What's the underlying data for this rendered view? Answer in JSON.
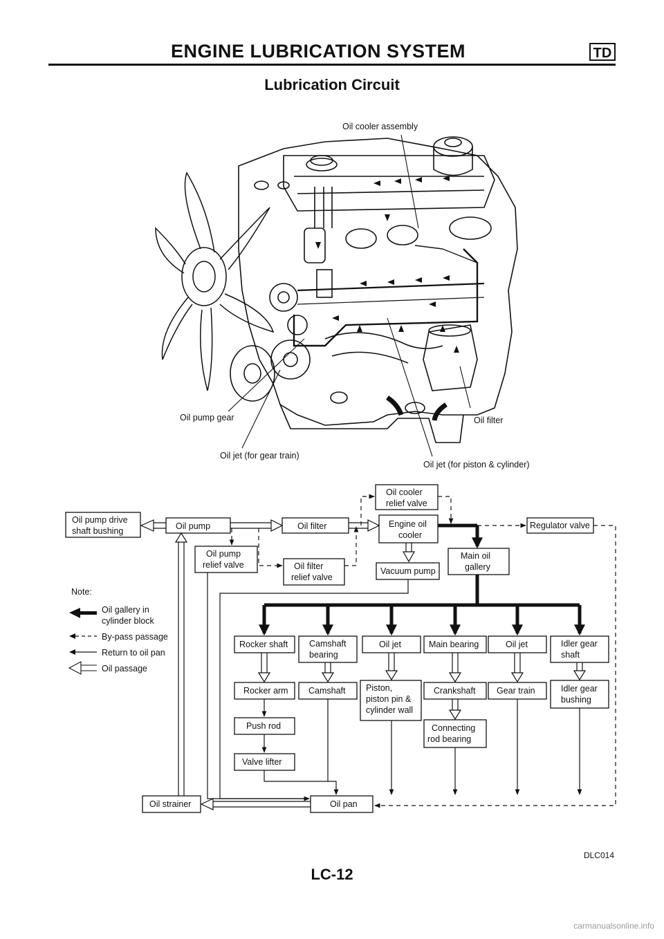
{
  "header": {
    "title": "ENGINE LUBRICATION SYSTEM",
    "badge": "TD"
  },
  "section": {
    "title": "Lubrication Circuit"
  },
  "illustration_labels": {
    "oil_cooler_assembly": "Oil cooler assembly",
    "oil_pump_gear": "Oil pump gear",
    "oil_filter": "Oil filter",
    "oil_jet_gear_train": "Oil jet (for gear train)",
    "oil_jet_piston": "Oil jet (for piston & cylinder)"
  },
  "flow": {
    "oil_pump_drive": [
      "Oil pump drive",
      "shaft bushing"
    ],
    "oil_pump": [
      "Oil pump"
    ],
    "oil_filter": [
      "Oil filter"
    ],
    "oil_cooler_relief": [
      "Oil cooler",
      "relief valve"
    ],
    "engine_oil_cooler": [
      "Engine oil",
      "cooler"
    ],
    "regulator_valve": [
      "Regulator valve"
    ],
    "oil_pump_relief": [
      "Oil pump",
      "relief valve"
    ],
    "oil_filter_relief": [
      "Oil filter",
      "relief valve"
    ],
    "vacuum_pump": [
      "Vacuum pump"
    ],
    "main_oil_gallery": [
      "Main oil",
      "gallery"
    ],
    "rocker_shaft": [
      "Rocker shaft"
    ],
    "camshaft_bearing": [
      "Camshaft",
      "bearing"
    ],
    "oil_jet_1": [
      "Oil jet"
    ],
    "main_bearing": [
      "Main bearing"
    ],
    "oil_jet_2": [
      "Oil jet"
    ],
    "idler_gear_shaft": [
      "Idler gear",
      "shaft"
    ],
    "rocker_arm": [
      "Rocker arm"
    ],
    "camshaft": [
      "Camshaft"
    ],
    "piston": [
      "Piston,",
      "piston pin &",
      "cylinder wall"
    ],
    "crankshaft": [
      "Crankshaft"
    ],
    "gear_train": [
      "Gear train"
    ],
    "idler_gear_bushing": [
      "Idler gear",
      "bushing"
    ],
    "connecting_rod": [
      "Connecting",
      "rod bearing"
    ],
    "push_rod": [
      "Push rod"
    ],
    "valve_lifter": [
      "Valve lifter"
    ],
    "oil_strainer": [
      "Oil strainer"
    ],
    "oil_pan": [
      "Oil pan"
    ]
  },
  "legend": {
    "title": "Note:",
    "items": [
      {
        "icon": "gallery-arrow-icon",
        "text": [
          "Oil gallery in",
          "cylinder block"
        ]
      },
      {
        "icon": "bypass-arrow-icon",
        "text": [
          "By-pass passage"
        ]
      },
      {
        "icon": "return-arrow-icon",
        "text": [
          "Return to oil pan"
        ]
      },
      {
        "icon": "passage-arrow-icon",
        "text": [
          "Oil passage"
        ]
      }
    ]
  },
  "figure_code": "DLC014",
  "page_number": "LC-12",
  "watermark": "carmanualsonline.info"
}
